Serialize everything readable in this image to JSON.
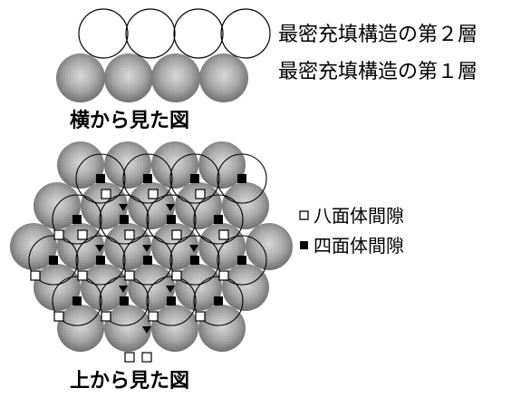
{
  "side_view": {
    "layer2_label": "最密充填構造の第２層",
    "layer1_label": "最密充填構造の第１層",
    "caption": "横から見た図"
  },
  "top_view": {
    "caption": "上から見た図"
  },
  "legend": {
    "octahedral": "八面体間隙",
    "tetrahedral": "四面体間隙"
  }
}
